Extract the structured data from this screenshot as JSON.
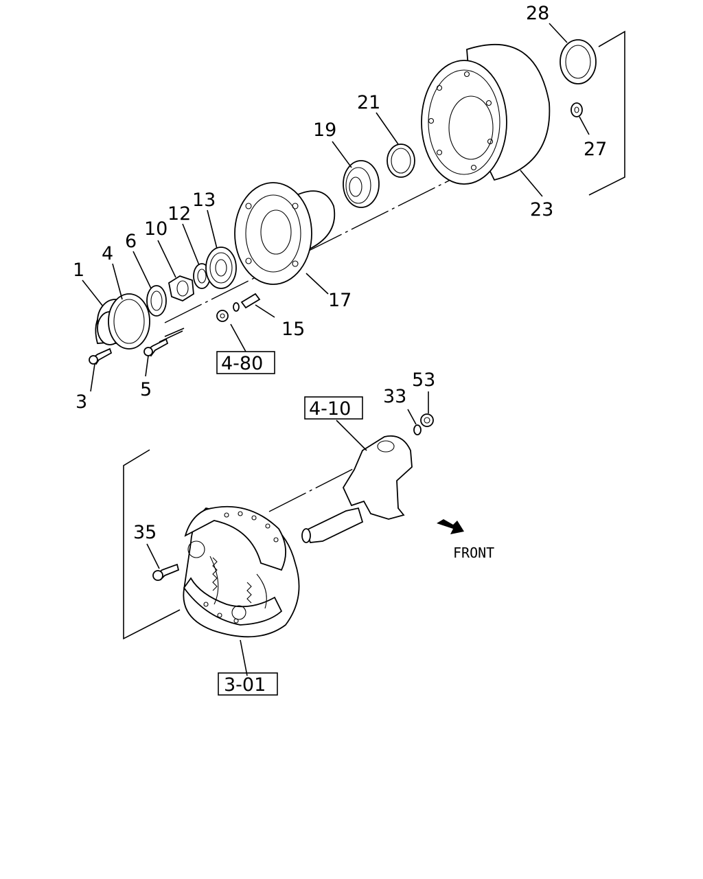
{
  "callouts": {
    "c1": "1",
    "c3": "3",
    "c4": "4",
    "c5": "5",
    "c6": "6",
    "c10": "10",
    "c12": "12",
    "c13": "13",
    "c15": "15",
    "c17": "17",
    "c19": "19",
    "c21": "21",
    "c23": "23",
    "c27": "27",
    "c28": "28",
    "c33": "33",
    "c35": "35",
    "c53": "53"
  },
  "refs": {
    "r480": "4-80",
    "r410": "4-10",
    "r301": "3-01"
  },
  "front_label": "FRONT",
  "colors": {
    "ink": "#000000",
    "paper": "#ffffff"
  }
}
